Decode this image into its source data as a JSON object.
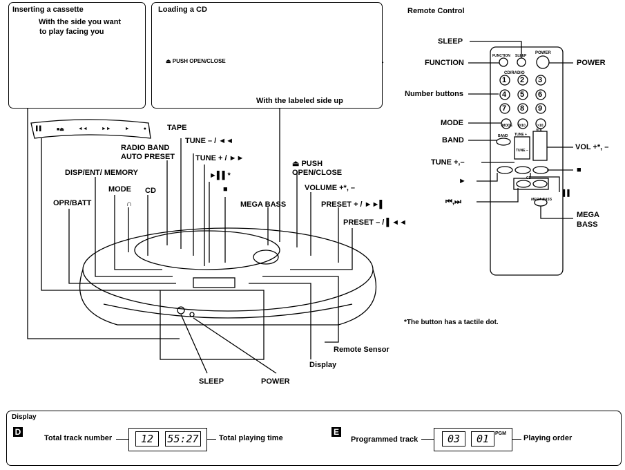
{
  "cassette": {
    "title": "Inserting a cassette",
    "caption_line1": "With the side you want",
    "caption_line2": "to play facing you"
  },
  "cd_panel": {
    "title": "Loading a CD",
    "push_label": "⏏ PUSH OPEN/CLOSE",
    "caption": "With the labeled side up"
  },
  "remote": {
    "title": "Remote Control",
    "labels": {
      "sleep": "SLEEP",
      "function": "FUNCTION",
      "power": "POWER",
      "number_buttons": "Number buttons",
      "mode": "MODE",
      "band": "BAND",
      "vol": "VOL +*, –",
      "tune": "TUNE +,–",
      "stop": "■",
      "play": "►",
      "pause": "▌▌",
      "skip": "⏮,⏭",
      "mega_bass_1": "MEGA",
      "mega_bass_2": "BASS"
    },
    "keys": {
      "function": "FUNCTION",
      "sleep": "SLEEP",
      "power": "POWER",
      "cd_radio": "CD/RADIO",
      "numbers": [
        "1",
        "2",
        "3",
        "4",
        "5",
        "6",
        "7",
        "8",
        "9"
      ],
      "mode": "MODE",
      "plus10": ">10",
      "zero10": "0/10",
      "band": "BAND",
      "tune_plus": "TUNE +",
      "tune_minus": "TUNE –",
      "vol": "VOL",
      "cd": "CD",
      "mega_bass": "MEGA BASS"
    }
  },
  "main_labels": {
    "tape": "TAPE",
    "radio_band_1": "RADIO BAND",
    "radio_band_2": "AUTO PRESET",
    "tune_minus": "TUNE –  / ◄◄",
    "tune_plus": "TUNE + / ►►",
    "disp": "DISP/ENT/ MEMORY",
    "play_pause": "►▌▌*",
    "stop": "■",
    "mode": "MODE",
    "cd": "CD",
    "headphone": "∩",
    "opr_batt": "OPR/BATT",
    "mega_bass": "MEGA BASS",
    "push_open_1": "⏏ PUSH",
    "push_open_2": "OPEN/CLOSE",
    "volume": "VOLUME +*, –",
    "preset_plus": "PRESET + / ►►▌",
    "preset_minus": "PRESET – / ▌◄◄",
    "remote_sensor": "Remote Sensor",
    "display": "Display",
    "sleep": "SLEEP",
    "power": "POWER"
  },
  "tape_keys": [
    "▌▌",
    "■⏏",
    "◄◄",
    "►►",
    "►",
    "●"
  ],
  "footnote": "*The button has a tactile dot.",
  "display_panel": {
    "title": "Display",
    "d": {
      "tag": "D",
      "left_label": "Total track number",
      "track": "12",
      "time": "55:27",
      "right_label": "Total playing time"
    },
    "e": {
      "tag": "E",
      "left_label": "Programmed track",
      "track": "03",
      "order": "01",
      "pgm": "PGM",
      "right_label": "Playing order"
    }
  }
}
